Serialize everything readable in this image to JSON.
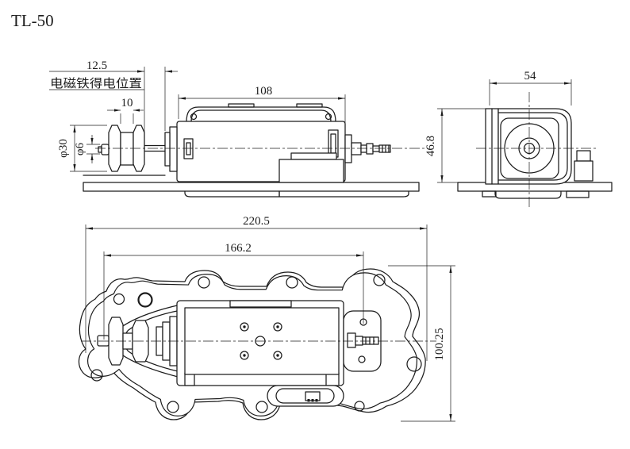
{
  "title": "TL-50",
  "colors": {
    "line": "#1c1c1c",
    "paper": "#ffffff"
  },
  "side_view": {
    "note_energized_position": "电磁铁得电位置",
    "dims": {
      "stroke_travel": "12.5",
      "hub_width": "10",
      "plunger_diameter": "φ30",
      "shaft_diameter": "φ6",
      "body_length": "108"
    }
  },
  "end_view": {
    "dims": {
      "width": "54",
      "height": "46.8"
    }
  },
  "plan_view": {
    "dims": {
      "overall_length": "220.5",
      "cover_length": "166.2",
      "overall_width": "100.25"
    }
  }
}
